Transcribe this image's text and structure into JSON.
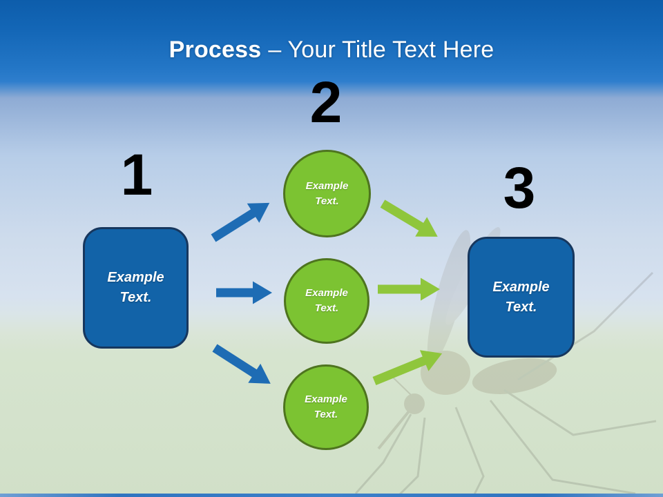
{
  "slide_title": {
    "bold_part": "Process",
    "regular_part": "– Your Title Text Here"
  },
  "steps": {
    "step1": {
      "number": "1",
      "box": {
        "line1": "Example",
        "line2": "Text."
      }
    },
    "step2": {
      "number": "2",
      "circles": [
        {
          "line1": "Example",
          "line2": "Text."
        },
        {
          "line1": "Example",
          "line2": "Text."
        },
        {
          "line1": "Example",
          "line2": "Text."
        }
      ]
    },
    "step3": {
      "number": "3",
      "box": {
        "line1": "Example",
        "line2": "Text."
      }
    }
  },
  "colors": {
    "title_text": "#ffffff",
    "step_number": "#000000",
    "header_blue_top": "#0d5dab",
    "header_blue_bottom": "#2e7ecd",
    "box_fill": "#1263a8",
    "box_border": "#17375e",
    "circle_fill": "#7cc332",
    "circle_border": "#4e741f",
    "arrow_blue": "#1e6cb4",
    "arrow_green": "#8fc63c"
  }
}
